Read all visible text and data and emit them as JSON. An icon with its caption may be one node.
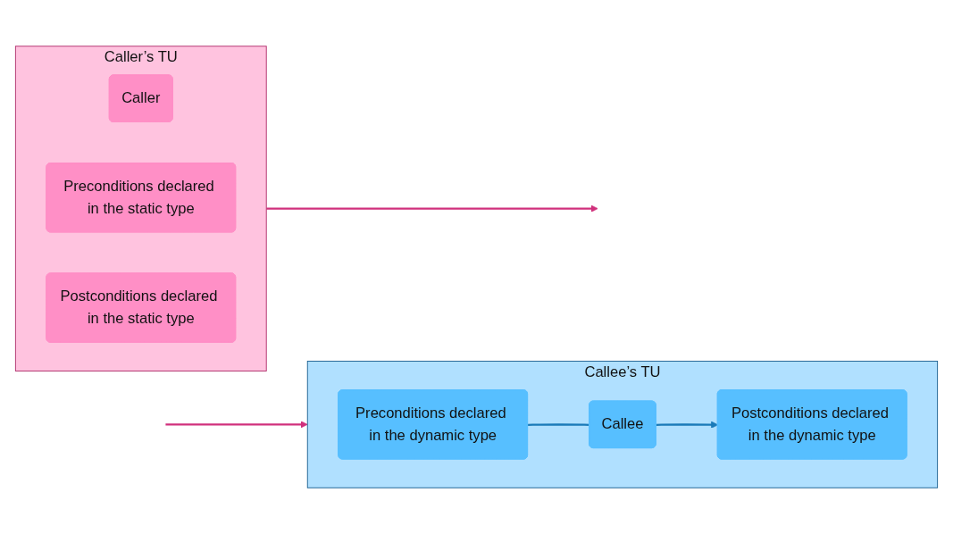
{
  "diagram": {
    "nodes": [
      {
        "text": [
          "Caller’s TU"
        ]
      },
      {
        "text": [
          "Caller"
        ],
        "in": 0
      },
      {
        "text": [
          "Preconditions declared in the static type"
        ],
        "in": 0
      },
      {
        "text": [
          "Postconditions declared in the static type"
        ],
        "in": 0
      },
      {
        "text": [
          "Callee’s TU"
        ]
      },
      {
        "text": [
          "Preconditions declared in the dynamic type"
        ],
        "in": 4
      },
      {
        "text": [
          "Postconditions declared in the dynamic type"
        ],
        "in": 4
      },
      {
        "text": [
          "Callee"
        ],
        "in": 4
      }
    ],
    "edges": [
      {
        "from": null,
        "to": 4,
        "arrow": "to",
        "color": "#d0307c"
      },
      {
        "from": 5,
        "to": 7,
        "arrow": "none",
        "color": "#1a7ab8"
      },
      {
        "from": 7,
        "to": 6,
        "arrow": "to",
        "color": "#1a7ab8"
      },
      {
        "from": 0,
        "to": null,
        "arrow": "to",
        "color": "#d0307c"
      }
    ]
  }
}
